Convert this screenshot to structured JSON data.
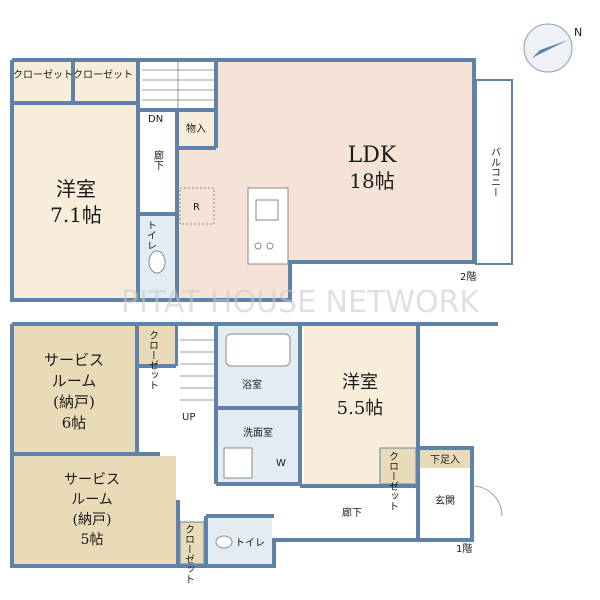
{
  "colors": {
    "wall": "#5f82a8",
    "room_beige": "#f7edda",
    "room_tan": "#eadbb8",
    "ldk_pink": "#f5e3d8",
    "wet_blue": "#e3ecf3",
    "floor_white": "#ffffff",
    "label_text": "#1a1a1a"
  },
  "compass": {
    "north_label": "N",
    "icon": "compass-icon"
  },
  "floor2": {
    "floor_label": "2階",
    "ldk": {
      "name": "LDK",
      "size": "18帖"
    },
    "western_room": {
      "name": "洋室",
      "size": "7.1帖"
    },
    "closet_a": "クローゼット",
    "closet_b": "クローゼット",
    "storage": "物入",
    "corridor": "廊下",
    "toilet": "トイレ",
    "stairs_dn": "DN",
    "fridge": "R",
    "balcony": "バルコニー"
  },
  "floor1": {
    "floor_label": "1階",
    "service_room_1": {
      "name_line1": "サービス",
      "name_line2": "ルーム",
      "name_line3": "(納戸)",
      "size": "6帖"
    },
    "service_room_2": {
      "name_line1": "サービス",
      "name_line2": "ルーム",
      "name_line3": "(納戸)",
      "size": "5帖"
    },
    "western_room": {
      "name": "洋室",
      "size": "5.5帖"
    },
    "bathroom": "浴室",
    "washroom": "洗面室",
    "washer": "W",
    "entrance": "玄関",
    "step": "下足入",
    "corridor": "廊下",
    "toilet": "トイレ",
    "stairs_up": "UP",
    "closet_1": "クローゼット",
    "closet_2": "クローゼット",
    "closet_3": "クローゼット"
  },
  "watermark": "PITAT HOUSE NETWORK"
}
